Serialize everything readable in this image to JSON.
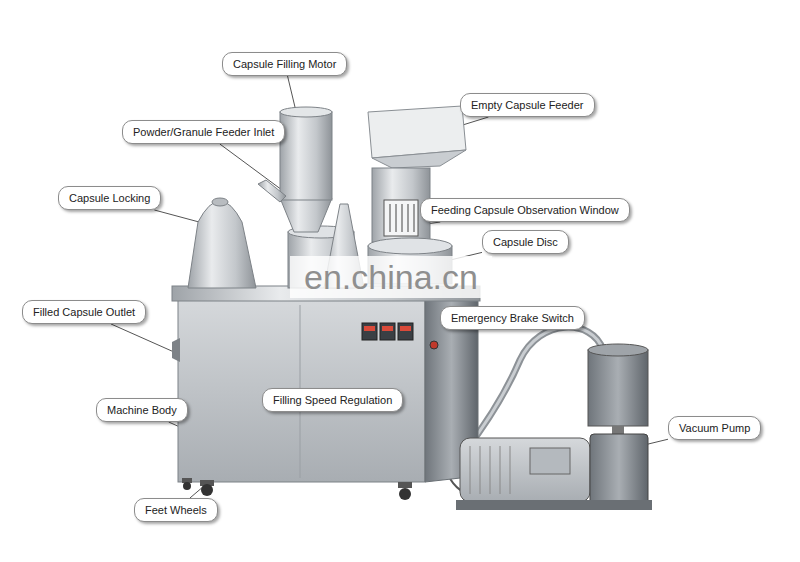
{
  "diagram": {
    "nodes": [
      {
        "text": [
          "Capsule Filling Motor"
        ]
      },
      {
        "text": [
          "Empty Capsule Feeder"
        ]
      },
      {
        "text": [
          "Powder/Granule Feeder Inlet"
        ]
      },
      {
        "text": [
          "Capsule Locking"
        ]
      },
      {
        "text": [
          "Feeding Capsule Observation Window"
        ]
      },
      {
        "text": [
          "Capsule Disc"
        ]
      },
      {
        "text": [
          "Filled Capsule Outlet"
        ]
      },
      {
        "text": [
          "Emergency Brake Switch"
        ]
      },
      {
        "text": [
          "Machine Body"
        ]
      },
      {
        "text": [
          "Filling Speed Regulation"
        ]
      },
      {
        "text": [
          "Vacuum Pump"
        ]
      },
      {
        "text": [
          "Feet Wheels"
        ]
      }
    ],
    "labels": [
      "en.china.cn"
    ]
  }
}
